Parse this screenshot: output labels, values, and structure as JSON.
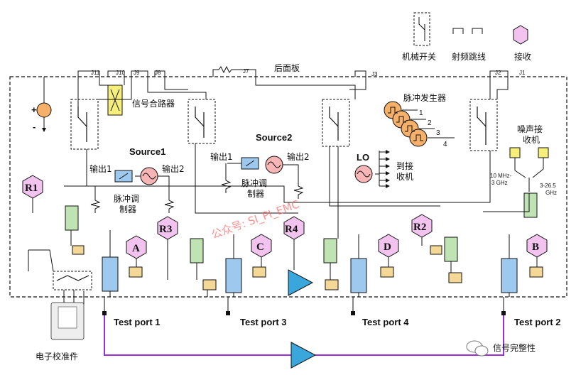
{
  "legend": {
    "switch_label": "机械开关",
    "jumper_label": "射频跳线",
    "receiver_label": "接收"
  },
  "panel": {
    "rear_panel_label": "后面板"
  },
  "jumpers": [
    "J11",
    "J10",
    "J9",
    "J8",
    "J7",
    "J3",
    "J2",
    "J1"
  ],
  "signal_combiner": "信号合路器",
  "source1": {
    "title": "Source1",
    "out1": "输出1",
    "out2": "输出2",
    "modulator": "脉冲调\n制器"
  },
  "source2": {
    "title": "Source2",
    "out1": "输出1",
    "out2": "输出2",
    "modulator": "脉冲调\n制器"
  },
  "pulse_gen": {
    "title": "脉冲发生器",
    "outputs": [
      "1",
      "2",
      "3",
      "4"
    ]
  },
  "lo": {
    "label": "LO",
    "to_receiver": "到接\n收机"
  },
  "noise_receiver": {
    "label": "噪声接\n收机",
    "band_low": "10 MHz-\n3 GHz",
    "band_high": "3-26.5\nGHz"
  },
  "power_sign": {
    "plus": "+",
    "minus": "-"
  },
  "receivers": [
    "R1",
    "A",
    "R3",
    "C",
    "R4",
    "D",
    "R2",
    "B"
  ],
  "test_ports": [
    "Test port 1",
    "Test port 3",
    "Test port 4",
    "Test port 2"
  ],
  "ecal_label": "电子校准件",
  "watermark": "公众号: SI_PI_EMC",
  "brand": "信号完整性",
  "colors": {
    "hex_fill": "#f2c3ef",
    "bridge_fill": "#9ec9ee",
    "coupler_fill": "#bfe3b2",
    "combiner_fill": "#f6f07a",
    "atten_fill": "#f3d896",
    "source_fill": "#f7b5b5",
    "pulse_fill": "#f7b069",
    "amp_fill": "#3aa7dc",
    "purple_line": "#9b30d8"
  }
}
